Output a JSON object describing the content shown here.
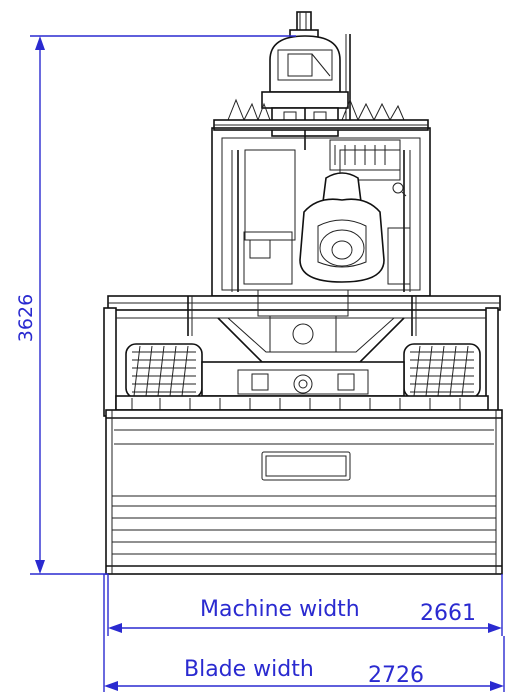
{
  "dimensions": {
    "height": {
      "value": "3626"
    },
    "machine_width": {
      "label": "Machine width",
      "value": "2661"
    },
    "blade_width": {
      "label": "Blade width",
      "value": "2726"
    }
  },
  "colors": {
    "dimension": "#2a2ad0",
    "linework": "#111111",
    "background": "#ffffff"
  }
}
